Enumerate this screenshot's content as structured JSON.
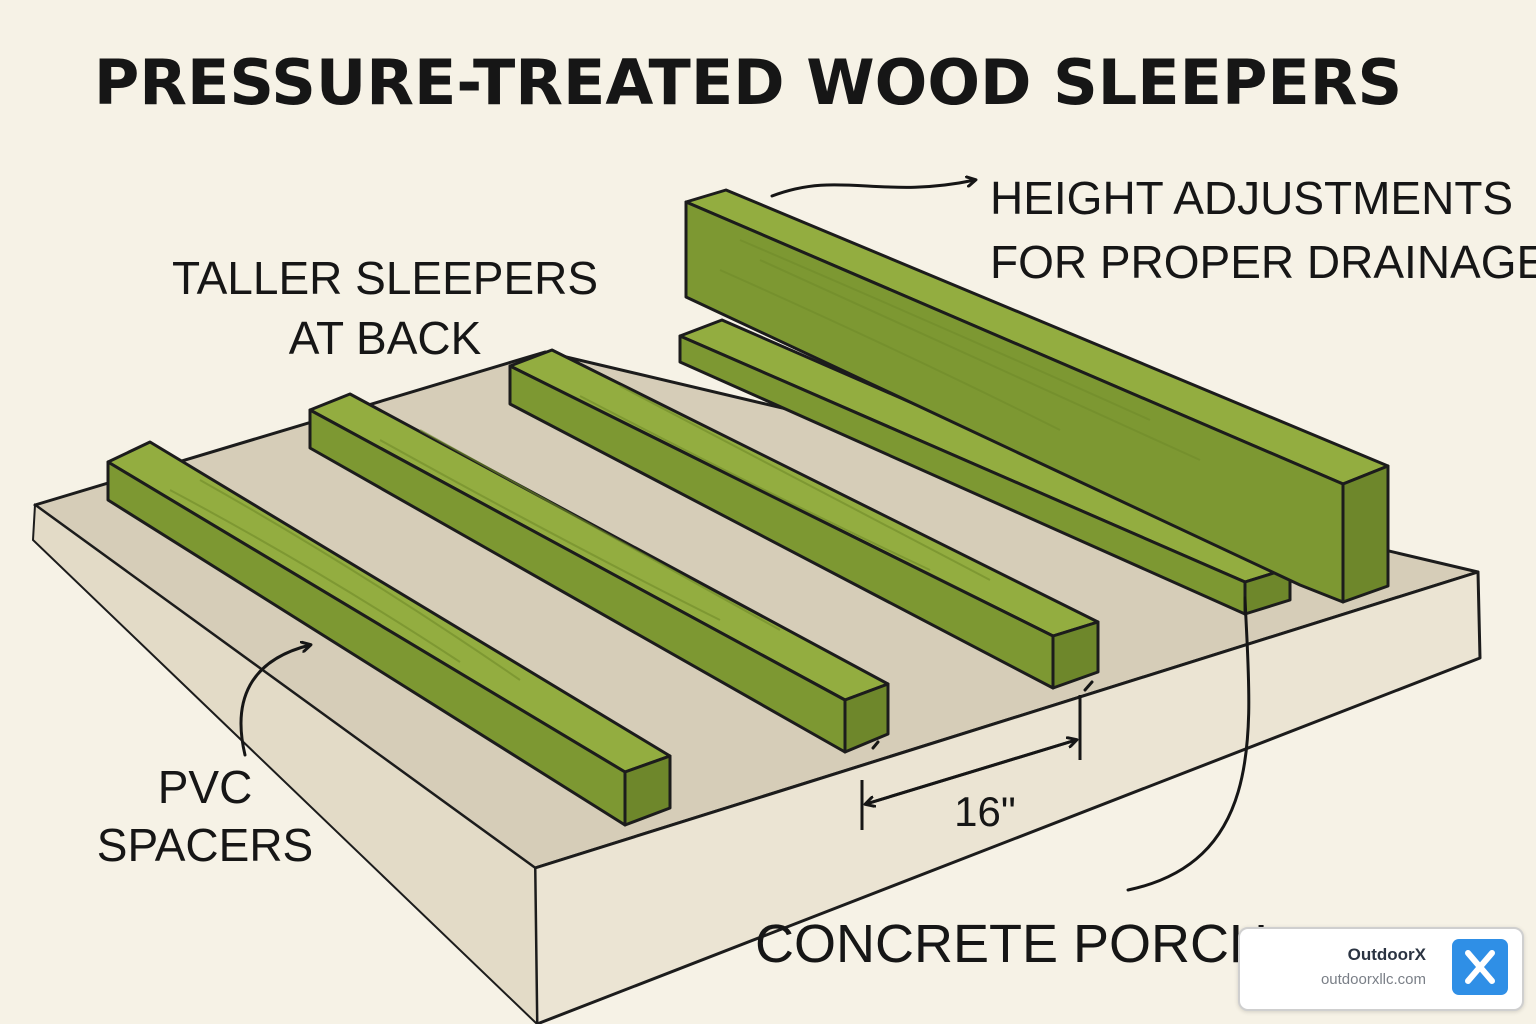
{
  "title": "PRESSURE-TREATED WOOD SLEEPERS",
  "labels": {
    "taller_line1": "TALLER SLEEPERS",
    "taller_line2": "AT BACK",
    "height_line1": "HEIGHT ADJUSTMENTS",
    "height_line2": "FOR PROPER DRAINAGE",
    "pvc_line1": "PVC",
    "pvc_line2": "SPACERS",
    "concrete": "CONCRETE PORCH",
    "spacing": "16\""
  },
  "badge": {
    "brand": "OutdoorX",
    "site": "outdoorxllc.com",
    "logo_icon": "x-logo-icon"
  },
  "colors": {
    "background": "#f6f2e6",
    "slab_top": "#d6cdb8",
    "slab_side": "#ebe4d3",
    "wood_top": "#8ba53a",
    "wood_side": "#7a9430",
    "wood_end": "#6c842a",
    "ink": "#161616",
    "logo_blue": "#2f8fe6"
  }
}
